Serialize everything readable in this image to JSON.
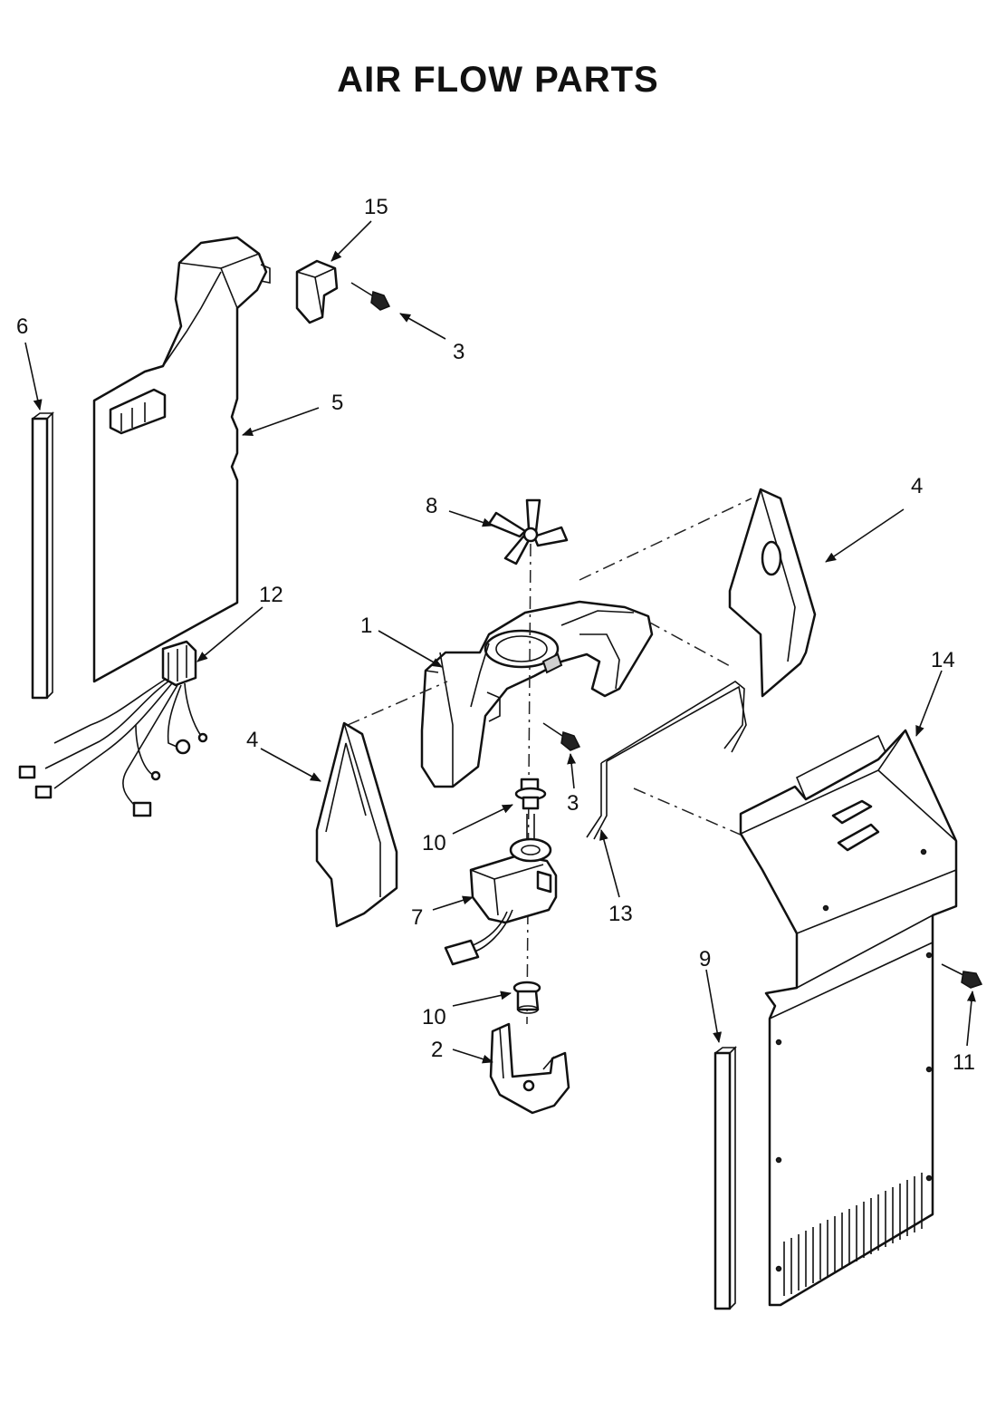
{
  "title": "AIR FLOW PARTS",
  "callouts": [
    {
      "id": "c15",
      "label": "15"
    },
    {
      "id": "c3a",
      "label": "3"
    },
    {
      "id": "c6",
      "label": "6"
    },
    {
      "id": "c5",
      "label": "5"
    },
    {
      "id": "c8",
      "label": "8"
    },
    {
      "id": "c4a",
      "label": "4"
    },
    {
      "id": "c12",
      "label": "12"
    },
    {
      "id": "c1",
      "label": "1"
    },
    {
      "id": "c14",
      "label": "14"
    },
    {
      "id": "c4b",
      "label": "4"
    },
    {
      "id": "c3b",
      "label": "3"
    },
    {
      "id": "c10a",
      "label": "10"
    },
    {
      "id": "c7",
      "label": "7"
    },
    {
      "id": "c13",
      "label": "13"
    },
    {
      "id": "c9",
      "label": "9"
    },
    {
      "id": "c10b",
      "label": "10"
    },
    {
      "id": "c2",
      "label": "2"
    },
    {
      "id": "c11",
      "label": "11"
    }
  ]
}
